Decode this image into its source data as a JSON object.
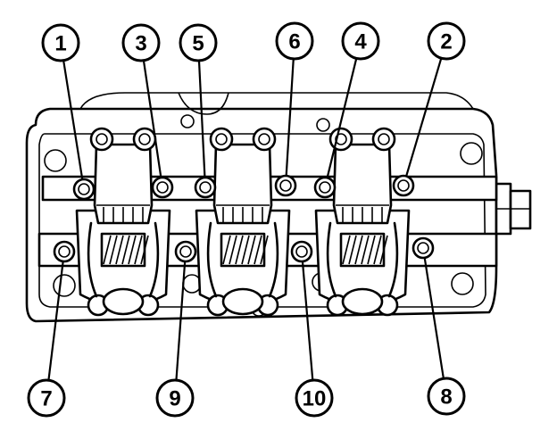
{
  "diagram": {
    "callouts": [
      {
        "label": "1",
        "bolt": "bolt-1"
      },
      {
        "label": "3",
        "bolt": "bolt-3"
      },
      {
        "label": "5",
        "bolt": "bolt-5"
      },
      {
        "label": "6",
        "bolt": "bolt-6"
      },
      {
        "label": "4",
        "bolt": "bolt-4"
      },
      {
        "label": "2",
        "bolt": "bolt-2"
      },
      {
        "label": "7",
        "bolt": "bolt-7"
      },
      {
        "label": "9",
        "bolt": "bolt-9"
      },
      {
        "label": "10",
        "bolt": "bolt-10"
      },
      {
        "label": "8",
        "bolt": "bolt-8"
      }
    ]
  }
}
